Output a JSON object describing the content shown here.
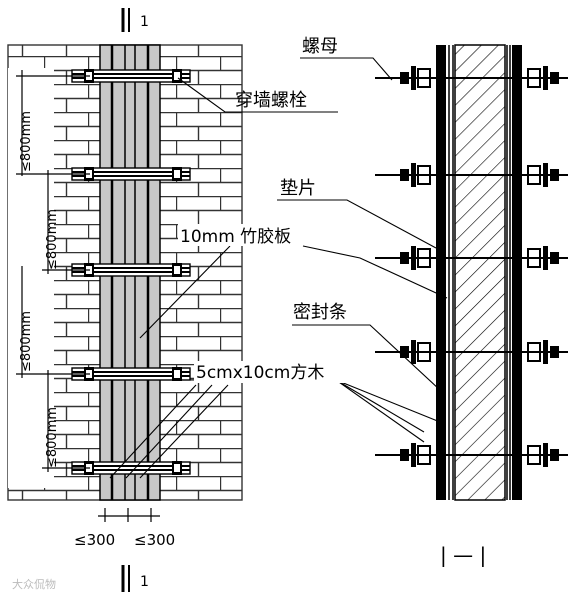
{
  "labels": {
    "nut": "螺母",
    "through_wall_bolt": "穿墙螺栓",
    "washer": "垫片",
    "bamboo_plywood": "10mm 竹胶板",
    "sealing_strip": "密封条",
    "timber_square": "5cmx10cm方木",
    "spacing_800": "≤800mm",
    "spacing_300": "≤300",
    "section_mark": "1",
    "section_label": "| — |"
  },
  "watermark": "大众侃物",
  "colors": {
    "line": "#000000",
    "brick": "#333333",
    "panel": "#c8c8c8",
    "hatch": "#000000"
  }
}
